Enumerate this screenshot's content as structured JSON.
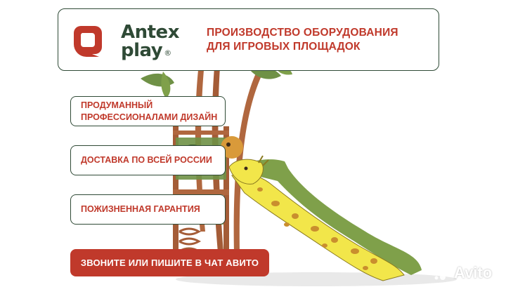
{
  "brand": {
    "name_line1": "Antex",
    "name_line2": "play",
    "registered_mark": "®",
    "logo_icon": "antex-logo-mark"
  },
  "header": {
    "tagline_line1": "ПРОИЗВОДСТВО ОБОРУДОВАНИЯ",
    "tagline_line2": "ДЛЯ ИГРОВЫХ ПЛОЩАДОК"
  },
  "features": [
    {
      "line1": "ПРОДУМАННЫЙ",
      "line2": "ПРОФЕССИОНАЛАМИ ДИЗАЙН"
    },
    {
      "line1": "ДОСТАВКА ПО ВСЕЙ РОССИИ",
      "line2": ""
    },
    {
      "line1": "ПОЖИЗНЕННАЯ ГАРАНТИЯ",
      "line2": ""
    }
  ],
  "cta": {
    "label": "ЗВОНИТЕ  ИЛИ ПИШИТЕ В ЧАТ АВИТО"
  },
  "watermark": {
    "text": "Avito",
    "icon": "avito-dots-icon"
  },
  "colors": {
    "brand_red": "#c0392b",
    "brand_dark_green": "#2f4a36",
    "cta_red": "#c0392b",
    "slide_yellow": "#f2e64a",
    "slide_green": "#7fa04a",
    "post_brown": "#b0673f"
  }
}
